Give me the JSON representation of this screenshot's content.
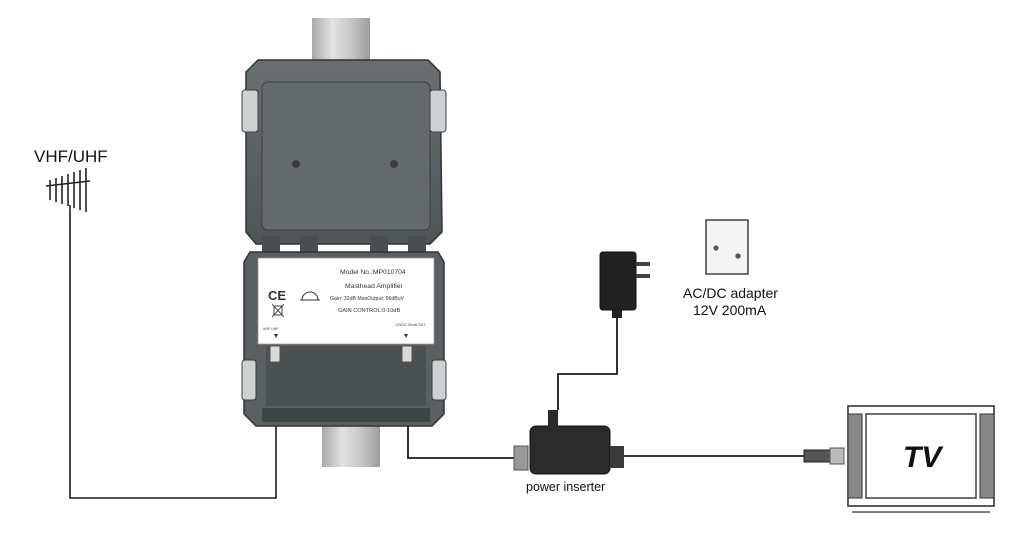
{
  "diagram": {
    "antenna_label": "VHF/UHF",
    "amplifier": {
      "ce_mark": "CE",
      "model": "Model No.:MP010704",
      "name": "Masthead Amplifier",
      "gain": "Gain: 32dB MaxOutput: 96dBuV",
      "gain_control": "GAIN CONTROL:0-10dB",
      "input_label": "VHF UHF",
      "output_label": "12VDC 20mA OUT"
    },
    "adapter": {
      "label_line1": "AC/DC adapter",
      "label_line2": "12V 200mA"
    },
    "inserter_label": "power inserter",
    "tv_label": "TV",
    "colors": {
      "housing": "#595e60",
      "housing_dark": "#3f4446",
      "mast": "#c9c9c9",
      "cable": "#1a1a1a",
      "inserter": "#2b2b2b"
    }
  }
}
